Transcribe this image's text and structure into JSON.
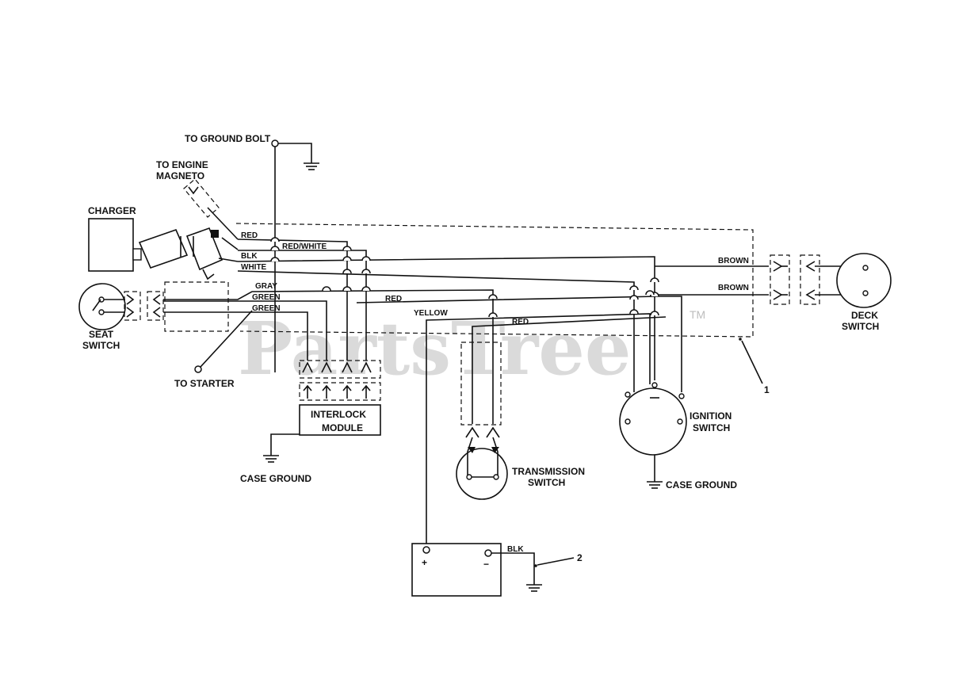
{
  "watermark": {
    "text": "PartsTree",
    "tm": "TM"
  },
  "labels": {
    "to_ground_bolt": "TO GROUND BOLT",
    "to_engine": "TO ENGINE",
    "magneto": "MAGNETO",
    "charger": "CHARGER",
    "seat": "SEAT",
    "switch_word": "SWITCH",
    "to_starter": "TO STARTER",
    "interlock": "INTERLOCK",
    "module": "MODULE",
    "case_ground": "CASE GROUND",
    "transmission": "TRANSMISSION",
    "ignition": "IGNITION",
    "deck": "DECK",
    "callout_1": "1",
    "callout_2": "2",
    "plus": "+",
    "minus": "−"
  },
  "wires": {
    "red_1": "RED",
    "blk_1": "BLK",
    "white": "WHITE",
    "red_white": "RED/WHITE",
    "gray": "GRAY",
    "green_1": "GREEN",
    "green_2": "GREEN",
    "red_2": "RED",
    "yellow": "YELLOW",
    "red_3": "RED",
    "brown_1": "BROWN",
    "brown_2": "BROWN",
    "blk_2": "BLK"
  },
  "colors": {
    "ink": "#111111",
    "watermark": "#bdbdbd"
  }
}
